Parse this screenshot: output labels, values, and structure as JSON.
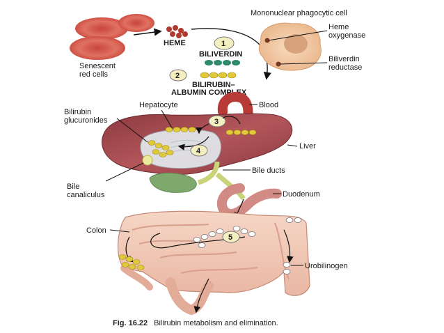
{
  "labels": {
    "mononuclear": "Mononuclear phagocytic cell",
    "heme_oxygenase_1": "Heme",
    "heme_oxygenase_2": "oxygenase",
    "biliverdin_reductase_1": "Biliverdin",
    "biliverdin_reductase_2": "reductase",
    "senescent_1": "Senescent",
    "senescent_2": "red cells",
    "heme": "HEME",
    "biliverdin": "BILIVERDIN",
    "bilirubin_albumin_1": "BILIRUBIN–",
    "bilirubin_albumin_2": "ALBUMIN COMPLEX",
    "hepatocyte": "Hepatocyte",
    "blood": "Blood",
    "bilirubin_gluc_1": "Bilirubin",
    "bilirubin_gluc_2": "glucuronides",
    "liver": "Liver",
    "bile_ducts": "Bile ducts",
    "bile_canaliculus_1": "Bile",
    "bile_canaliculus_2": "canaliculus",
    "duodenum": "Duodenum",
    "colon": "Colon",
    "urobilinogen": "Urobilinogen"
  },
  "steps": [
    "1",
    "2",
    "3",
    "4",
    "5"
  ],
  "caption": {
    "prefix": "Fig. 16.22",
    "text": "Bilirubin metabolism and elimination."
  },
  "colors": {
    "rbc": "#d9574a",
    "liver": "#a64a4f",
    "intestine": "#f0c8b8",
    "bilirubin": "#e0c93a",
    "biliverdin": "#2f8a6a",
    "cell": "#f2c9a0",
    "bile": "#c9d37a"
  }
}
